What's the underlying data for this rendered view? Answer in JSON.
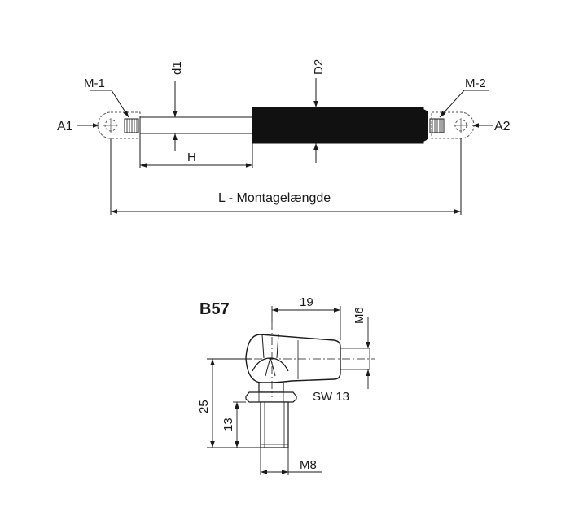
{
  "colors": {
    "ink": "#1a1a1a",
    "body_black": "#111111",
    "dash": "#555555"
  },
  "gas_spring": {
    "labels": {
      "m1": "M-1",
      "m2": "M-2",
      "a1": "A1",
      "a2": "A2",
      "d1": "d1",
      "d2": "D2",
      "h": "H",
      "l": "L - Montagelængde"
    }
  },
  "fitting": {
    "title": "B57",
    "dims": {
      "top": "19",
      "thread_top": "M6",
      "total_height": "25",
      "thread_height": "13",
      "wrench": "SW 13",
      "thread_bottom": "M8"
    }
  }
}
